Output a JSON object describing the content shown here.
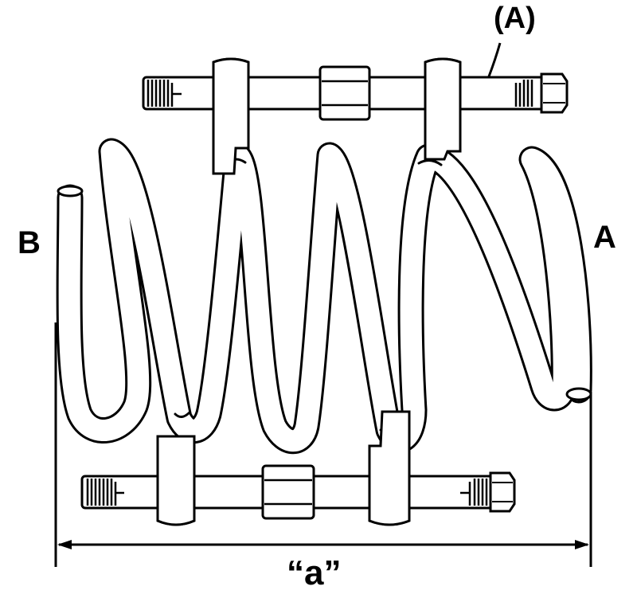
{
  "labels": {
    "tool": "(A)",
    "end_b": "B",
    "end_a": "A",
    "dimension": "“a”"
  },
  "colors": {
    "ink": "#000000",
    "paper": "#ffffff"
  }
}
